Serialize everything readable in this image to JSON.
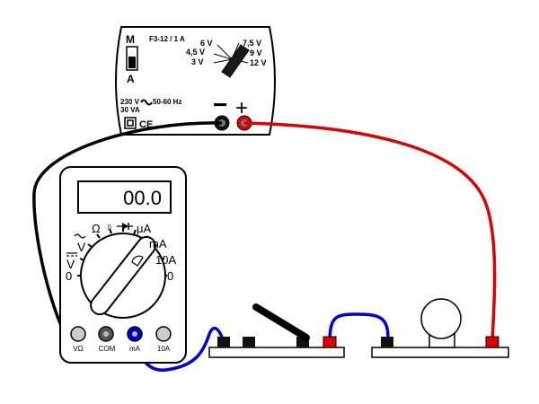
{
  "power_supply": {
    "model": "F3-12 / 1 A",
    "mode_top": "M",
    "mode_bottom": "A",
    "voltages": [
      "3 V",
      "4,5 V",
      "6 V",
      "7,5 V",
      "9 V",
      "12 V"
    ],
    "rating_voltage": "230 V",
    "rating_freq": "50-60 Hz",
    "rating_power": "30 VA",
    "ce_mark": "CE",
    "minus_sign": "−",
    "plus_sign": "+"
  },
  "multimeter": {
    "display": "00.0",
    "dial": {
      "ohm": "Ω",
      "continuity": "·))",
      "ua": "μA",
      "ma": "mA",
      "a10": "10A",
      "zero_right": "0",
      "zero_left": "0",
      "vac": "V",
      "vdc": "V"
    },
    "jacks": [
      "VΩ",
      "COM",
      "mA",
      "10A"
    ]
  },
  "colors": {
    "wire_red": "#e00000",
    "wire_blue": "#0000dd",
    "wire_black": "#000000",
    "terminal_red": "#e00000",
    "board": "#ffffff"
  }
}
